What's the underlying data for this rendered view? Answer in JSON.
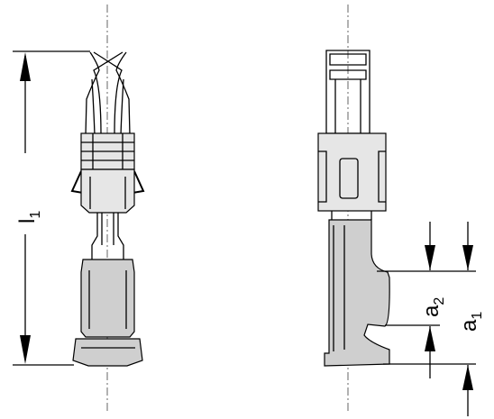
{
  "dimensions": {
    "l1": {
      "main": "l",
      "sub": "1"
    },
    "a1": {
      "main": "a",
      "sub": "1"
    },
    "a2": {
      "main": "a",
      "sub": "2"
    }
  }
}
